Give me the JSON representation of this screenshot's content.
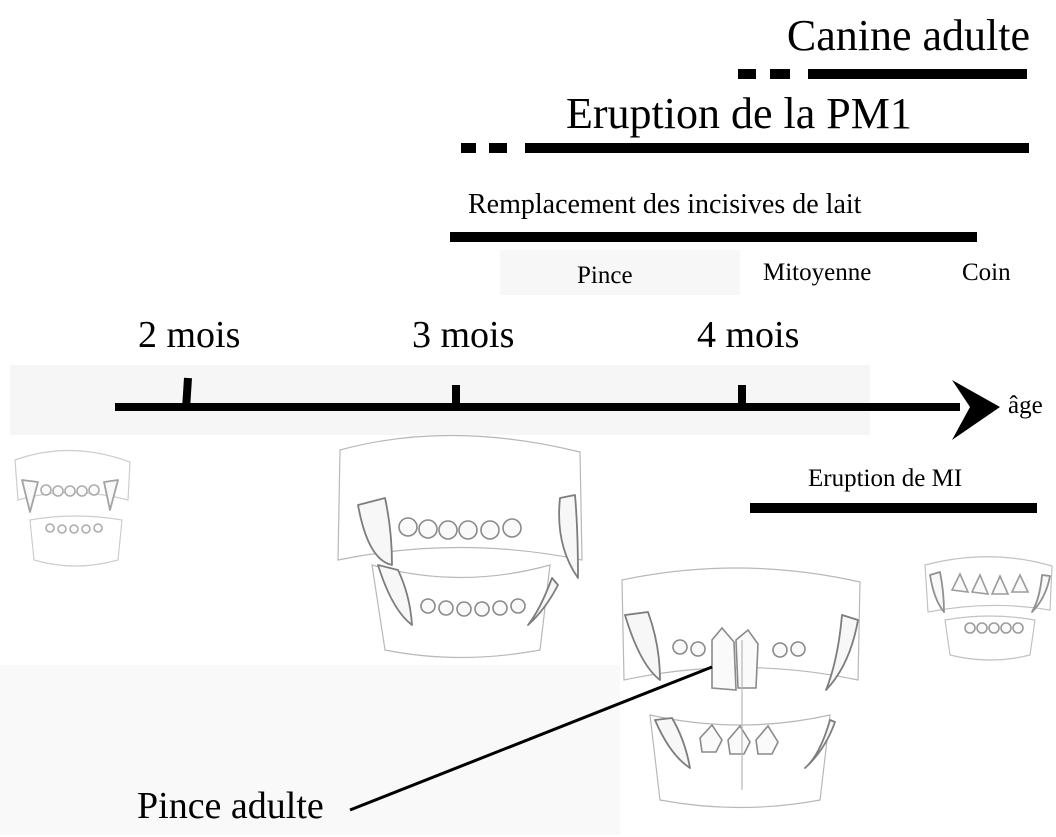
{
  "bars": {
    "canine_adulte": "Canine adulte",
    "eruption_pm1": "Eruption de la PM1",
    "remplacement_incisives": "Remplacement des incisives de lait",
    "eruption_mi": "Eruption de MI"
  },
  "incisors": {
    "pince": "Pince",
    "mitoyenne": "Mitoyenne",
    "coin": "Coin"
  },
  "timeline": {
    "ticks": [
      "2 mois",
      "3 mois",
      "4 mois"
    ],
    "axis_label": "âge"
  },
  "callout": {
    "pince_adulte": "Pince adulte"
  },
  "colors": {
    "ink": "#000000",
    "sketch": "#8f8f8f",
    "background": "#ffffff"
  }
}
